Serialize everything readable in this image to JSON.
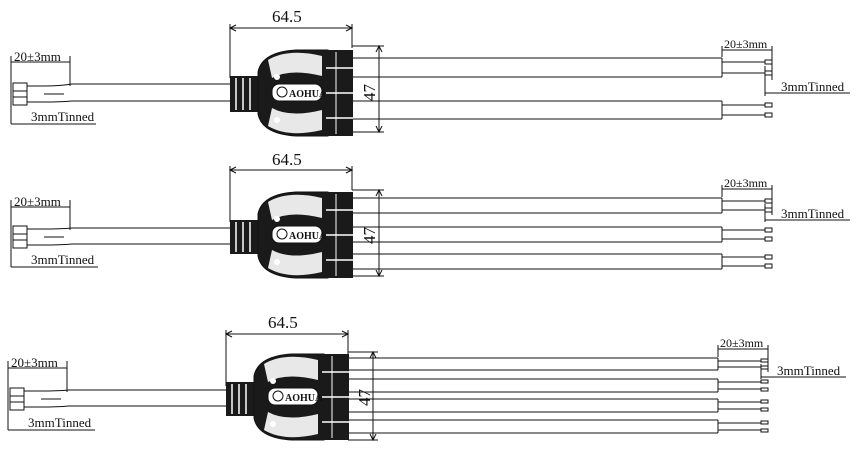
{
  "brand": "AOHUA",
  "colors": {
    "line": "#111111",
    "housing": "#1a1a1a",
    "highlight": "#ffffff"
  },
  "drawings": [
    {
      "outlets": 2,
      "width_dim": "64.5",
      "height_dim": "47",
      "input_strip": "20±3mm",
      "input_tinned": "3mmTinned",
      "output_strip": "20±3mm",
      "output_tinned": "3mmTinned"
    },
    {
      "outlets": 3,
      "width_dim": "64.5",
      "height_dim": "47",
      "input_strip": "20±3mm",
      "input_tinned": "3mmTinned",
      "output_strip": "20±3mm",
      "output_tinned": "3mmTinned"
    },
    {
      "outlets": 4,
      "width_dim": "64.5",
      "height_dim": "47",
      "input_strip": "20±3mm",
      "input_tinned": "3mmTinned",
      "output_strip": "20±3mm",
      "output_tinned": "3mmTinned"
    }
  ]
}
